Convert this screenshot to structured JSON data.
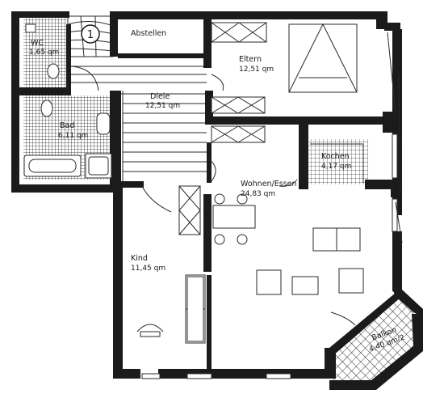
{
  "marker": {
    "label": "1"
  },
  "rooms": {
    "wc": {
      "name": "WC",
      "area": "1,65 qm"
    },
    "abstellen": {
      "name": "Abstellen"
    },
    "eltern": {
      "name": "Eltern",
      "area": "12,51 qm"
    },
    "diele": {
      "name": "Diele",
      "area": "12,51 qm"
    },
    "bad": {
      "name": "Bad",
      "area": "6,11 qm"
    },
    "kochen": {
      "name": "Kochen",
      "area": "4,17 qm"
    },
    "wohnen": {
      "name": "Wohnen/Essen",
      "area": "24,83 qm"
    },
    "kind": {
      "name": "Kind",
      "area": "11,45 qm"
    },
    "balkon": {
      "name": "Balkon",
      "area": "4,40 qm/2"
    }
  },
  "colors": {
    "wall": "#1b1b1b",
    "line": "#2a2a2a",
    "paper": "#ffffff"
  }
}
